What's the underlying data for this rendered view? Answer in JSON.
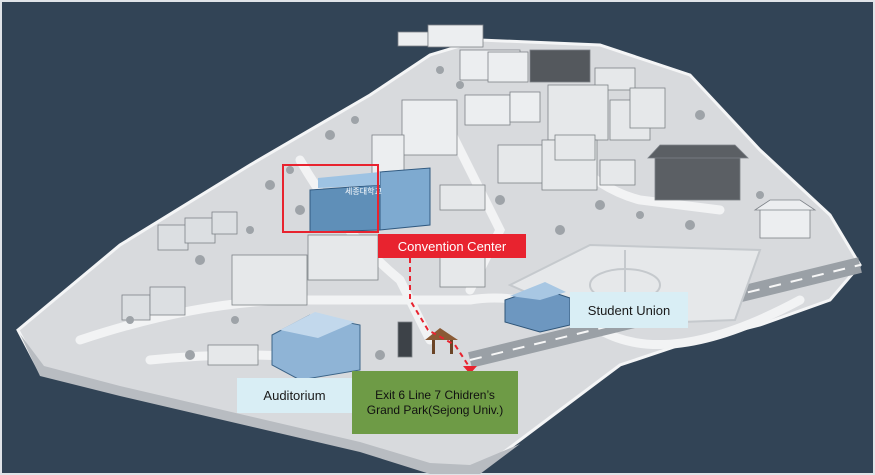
{
  "map": {
    "colors": {
      "background": "#324456",
      "ground": "#d8dadd",
      "highlight": "#e8232f",
      "label_bg": "#d9eef5",
      "exit_bg": "#6e9b46"
    },
    "labels": {
      "convention_center": "Convention Center",
      "student_union": "Student Union",
      "auditorium": "Auditorium",
      "exit": "Exit 6 Line 7 Chidren’s Grand Park(Sejong Univ.)"
    },
    "building_sign": "세종대학교"
  }
}
